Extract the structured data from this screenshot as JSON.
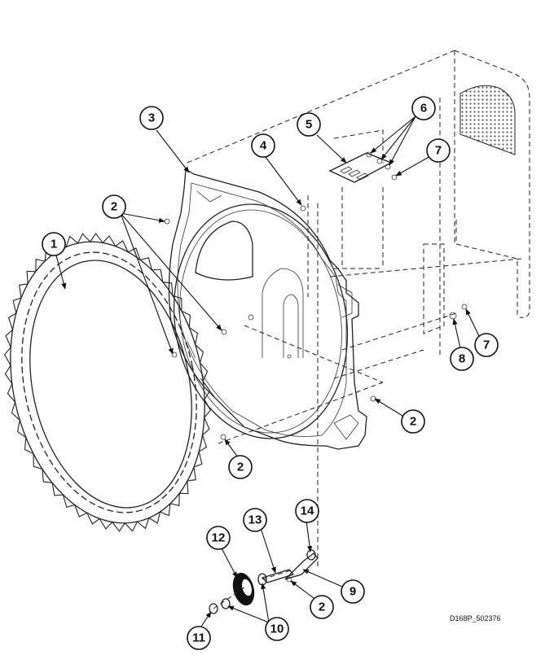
{
  "callouts": {
    "c1": "1",
    "c2a": "2",
    "c2b": "2",
    "c2c": "2",
    "c2d": "2",
    "c3": "3",
    "c4": "4",
    "c5": "5",
    "c6": "6",
    "c7a": "7",
    "c7b": "7",
    "c8": "8",
    "c9": "9",
    "c10": "10",
    "c11": "11",
    "c12": "12",
    "c13": "13",
    "c14": "14"
  },
  "drawing_ref": "D168P_502376"
}
